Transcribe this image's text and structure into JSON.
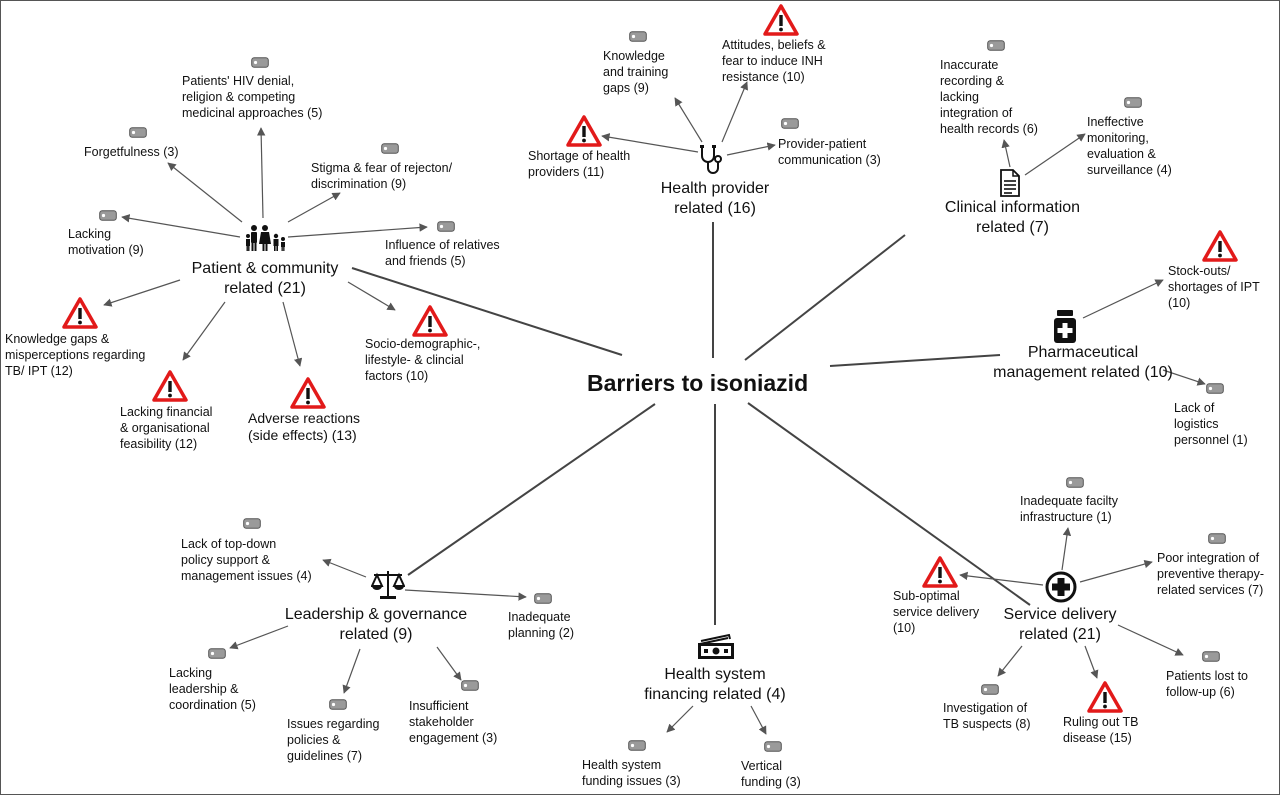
{
  "title": "Barriers to isoniazid",
  "colors": {
    "line": "#404040",
    "warning_red": "#e21a1a",
    "tag_gray": "#9a9a9a"
  },
  "categories": {
    "patient": "Patient & community\nrelated (21)",
    "provider": "Health provider\nrelated (16)",
    "clinical": "Clinical information\nrelated (7)",
    "pharma": "Pharmaceutical\nmanagement related (10)",
    "service": "Service delivery\nrelated (21)",
    "financing": "Health system\nfinancing related (4)",
    "leadership": "Leadership & governance\nrelated (9)"
  },
  "barriers": {
    "forgetfulness": "Forgetfulness (3)",
    "hiv_denial": "Patients' HIV denial,\nreligion & competing\nmedicinal approaches (5)",
    "stigma": "Stigma & fear of rejecton/\ndiscrimination (9)",
    "motivation": "Lacking\nmotivation (9)",
    "relatives": "Influence of relatives\nand friends (5)",
    "knowledge_patients": "Knowledge gaps &\nmisperceptions regarding\nTB/ IPT (12)",
    "financial": "Lacking financial\n& organisational\nfeasibility (12)",
    "adverse": "Adverse reactions\n(side effects) (13)",
    "socio": "Socio-demographic-,\nlifestyle- & clincial\nfactors (10)",
    "training_gaps": "Knowledge\nand training\ngaps (9)",
    "attitudes": "Attitudes, beliefs &\nfear to induce INH\nresistance (10)",
    "shortage": "Shortage of health\nproviders (11)",
    "communication": "Provider-patient\ncommunication (3)",
    "records": "Inaccurate\nrecording &\nlacking\nintegration of\nhealth records (6)",
    "monitoring": "Ineffective\nmonitoring,\nevaluation &\nsurveillance (4)",
    "stockouts": "Stock-outs/\nshortages of IPT\n(10)",
    "logistics": "Lack of\nlogistics\npersonnel (1)",
    "infrastructure": "Inadequate facilty\ninfrastructure (1)",
    "integration": "Poor integration of\npreventive therapy-\nrelated services (7)",
    "suboptimal": "Sub-optimal\nservice delivery\n(10)",
    "lost": "Patients lost to\nfollow-up (6)",
    "investigation": "Investigation of\nTB suspects (8)",
    "ruling_out": "Ruling out TB\ndisease (15)",
    "funding": "Health system\nfunding issues (3)",
    "vertical": "Vertical\nfunding (3)",
    "topdown": "Lack of top-down\npolicy support &\nmanagement issues (4)",
    "planning": "Inadequate\nplanning (2)",
    "leadership_coord": "Lacking\nleadership &\ncoordination (5)",
    "policies": "Issues regarding\npolicies &\nguidelines (7)",
    "stakeholder": "Insufficient\nstakeholder\nengagement (3)"
  },
  "icons": {
    "patient": "family-icon",
    "provider": "stethoscope-icon",
    "clinical": "document-icon",
    "pharma": "medicine-bottle-icon",
    "service": "medical-cross-icon",
    "financing": "money-icon",
    "leadership": "scales-icon",
    "tag": "tag-icon",
    "warning": "warning-icon"
  }
}
